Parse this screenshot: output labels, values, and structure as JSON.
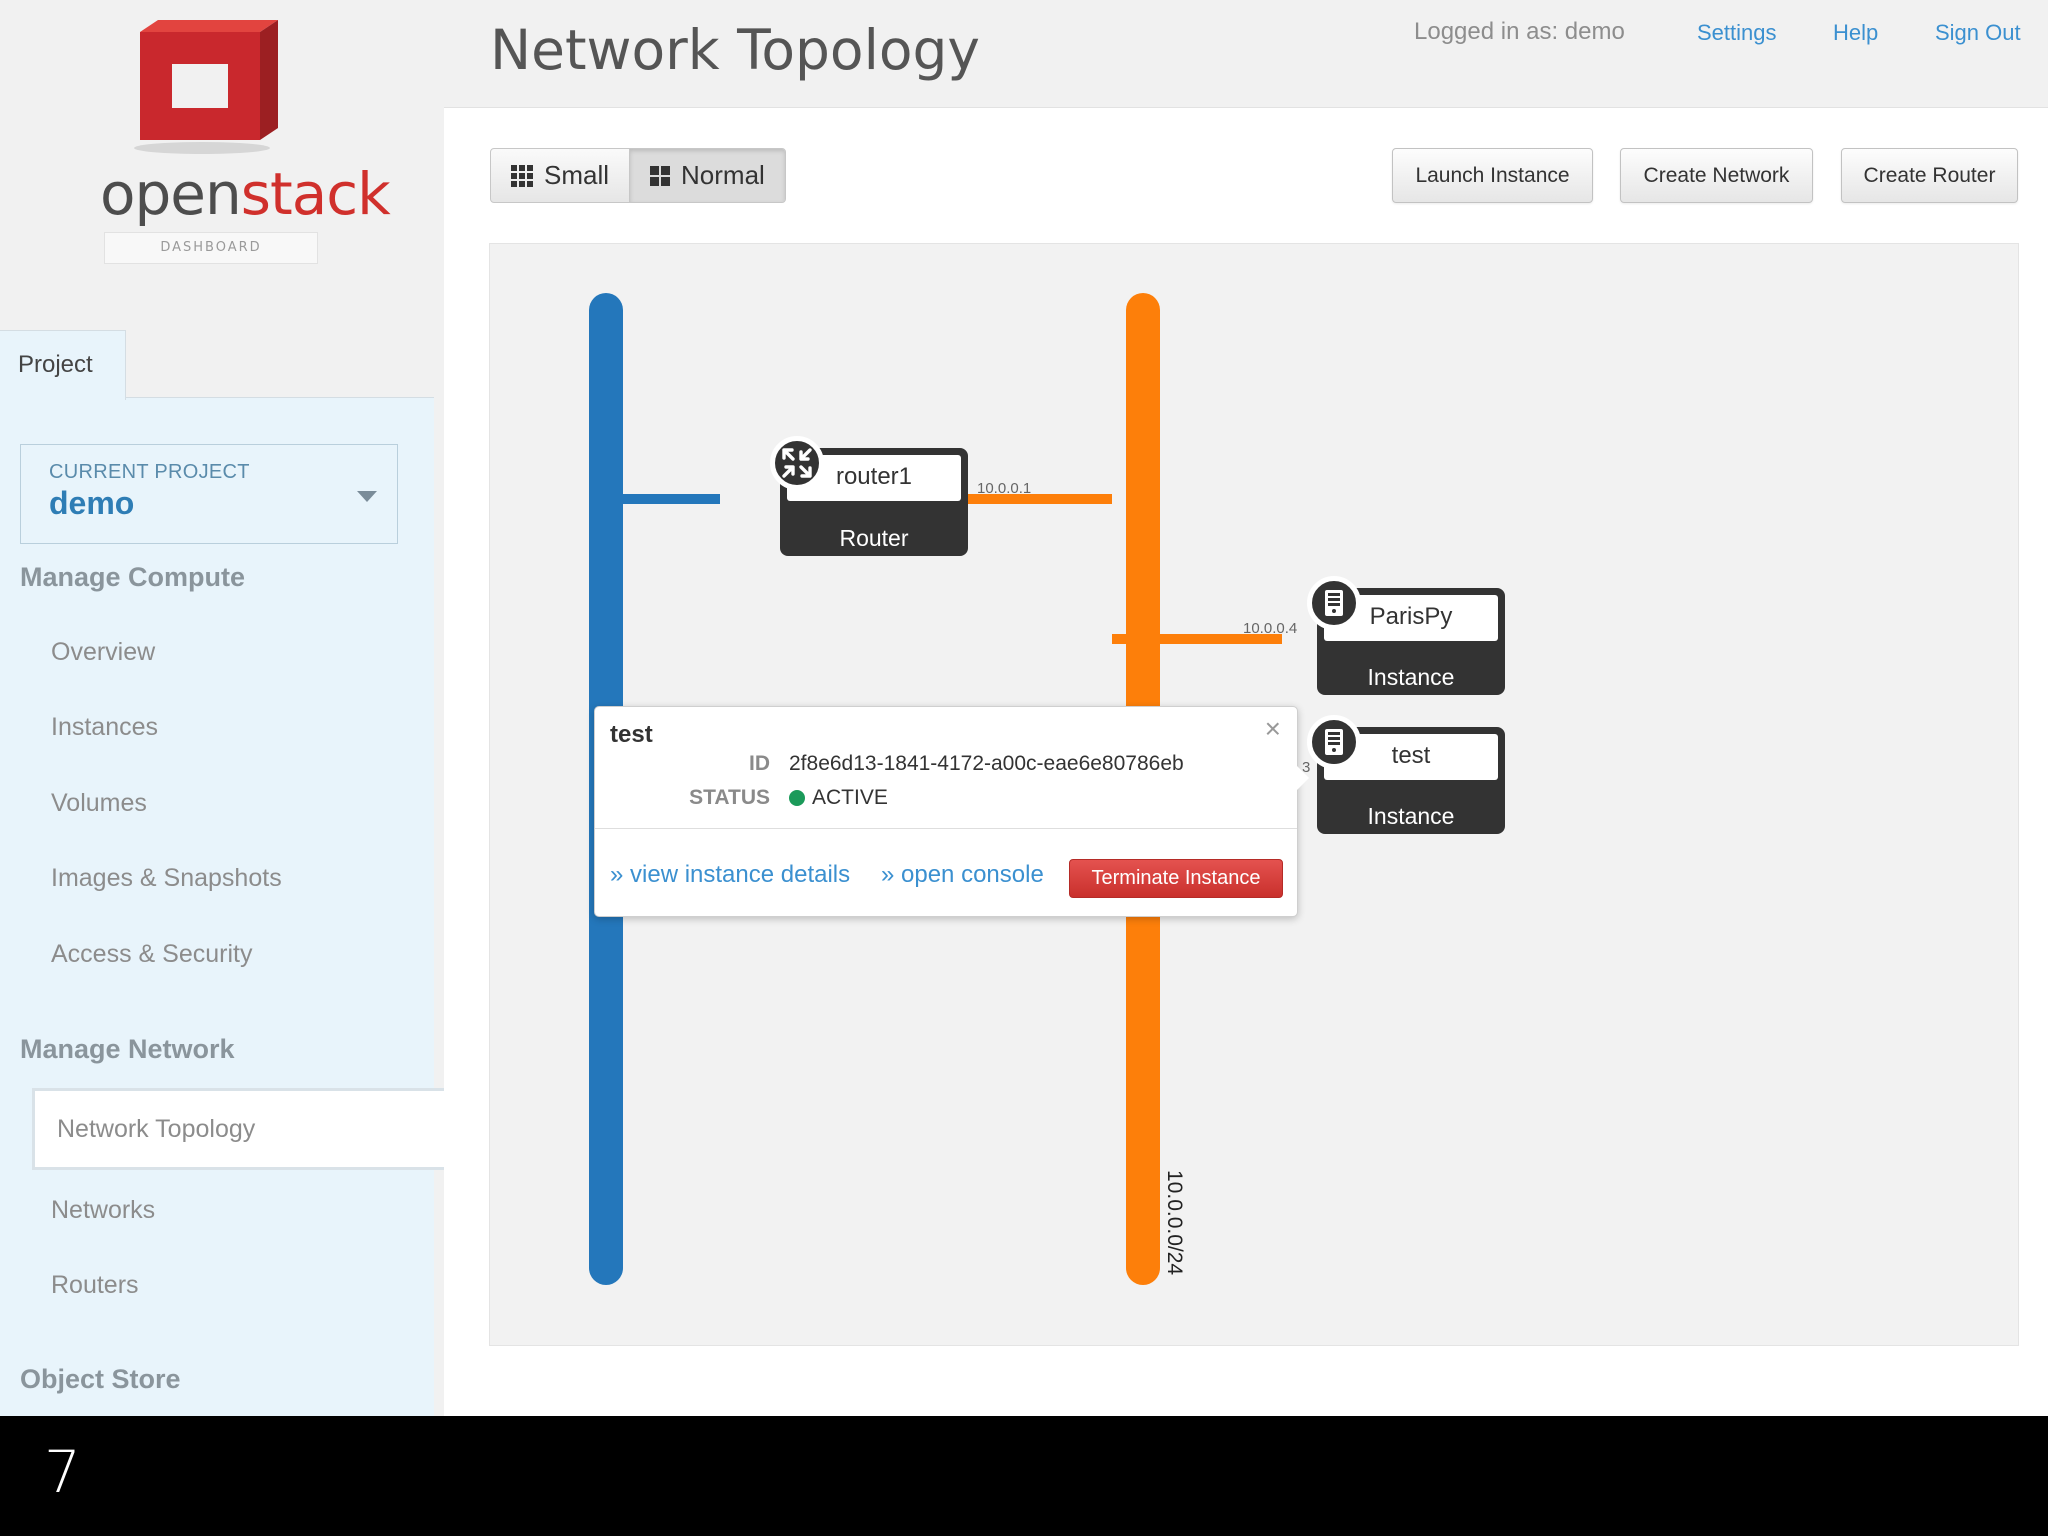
{
  "logo": {
    "word_open": "open",
    "word_stack": "stack",
    "sub": "DASHBOARD"
  },
  "sidebar": {
    "tab": "Project",
    "current_project_label": "CURRENT PROJECT",
    "current_project": "demo",
    "sections": [
      {
        "title": "Manage Compute",
        "items": [
          "Overview",
          "Instances",
          "Volumes",
          "Images & Snapshots",
          "Access & Security"
        ]
      },
      {
        "title": "Manage Network",
        "items": [
          "Network Topology",
          "Networks",
          "Routers"
        ],
        "active": "Network Topology"
      },
      {
        "title": "Object Store",
        "items": []
      }
    ]
  },
  "header": {
    "title": "Network Topology",
    "logged_in": "Logged in as: demo",
    "links": [
      "Settings",
      "Help",
      "Sign Out"
    ]
  },
  "toolbar": {
    "size_options": [
      "Small",
      "Normal"
    ],
    "selected_size": "Normal",
    "buttons": [
      "Launch Instance",
      "Create Network",
      "Create Router"
    ]
  },
  "topology": {
    "networks": [
      {
        "name": "",
        "color": "#2477bb"
      },
      {
        "name": "10.0.0.0/24",
        "color": "#fd7f0a"
      }
    ],
    "router": {
      "name": "router1",
      "kind": "Router",
      "ip": "10.0.0.1"
    },
    "instances": [
      {
        "name": "ParisPy",
        "kind": "Instance",
        "ip": "10.0.0.4"
      },
      {
        "name": "test",
        "kind": "Instance",
        "ip_fragment": "3"
      }
    ]
  },
  "popup": {
    "title": "test",
    "id_label": "ID",
    "id": "2f8e6d13-1841-4172-a00c-eae6e80786eb",
    "status_label": "STATUS",
    "status": "ACTIVE",
    "status_color": "#1b9a5a",
    "links": [
      "» view instance details",
      "» open console"
    ],
    "terminate": "Terminate Instance",
    "close": "×"
  },
  "slide_number": "7"
}
